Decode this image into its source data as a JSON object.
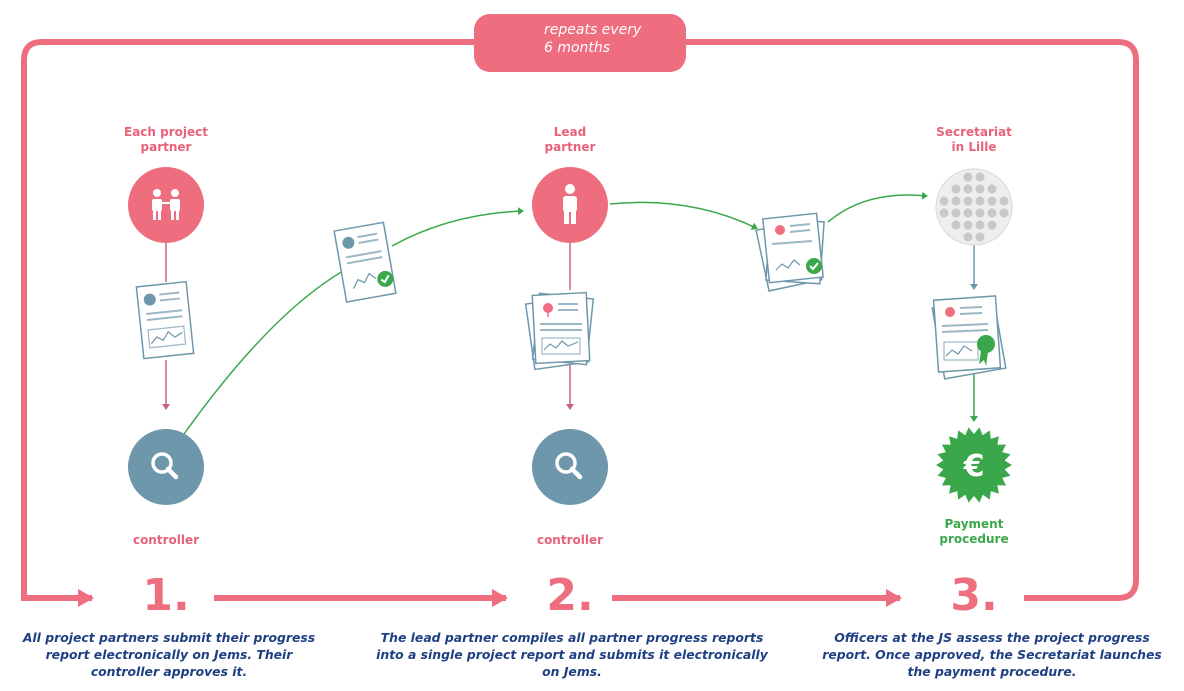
{
  "loop": {
    "text_line1": "repeats every",
    "text_line2": "6 months"
  },
  "steps": [
    {
      "number": "1.",
      "top_label": [
        "Each project",
        "partner"
      ],
      "bottom_label": "controller",
      "description": [
        "All project partners submit their progress",
        "report electronically on Jems. Their",
        "controller approves it."
      ]
    },
    {
      "number": "2.",
      "top_label": [
        "Lead",
        "partner"
      ],
      "bottom_label": "controller",
      "description": [
        "The lead partner compiles all partner progress reports",
        "into a single project report and submits it electronically",
        "on Jems."
      ]
    },
    {
      "number": "3.",
      "top_label": [
        "Secretariat",
        "in Lille"
      ],
      "bottom_label": [
        "Payment",
        "procedure"
      ],
      "description": [
        "Officers at the JS assess the project progress",
        "report. Once approved, the Secretariat launches",
        "the payment procedure."
      ]
    }
  ],
  "payment_icon_symbol": "€",
  "colors": {
    "pink": "#ee6e80",
    "pink_text": "#e8627a",
    "slate": "#6f97ab",
    "green": "#3aa84a",
    "navy": "#1f3f83",
    "arrow_thin": "#c9637a"
  },
  "icons": [
    "clock-repeat-icon",
    "partners-icon",
    "person-icon",
    "magnifier-icon",
    "grid-dots-icon",
    "report-document-icon",
    "report-stack-icon",
    "certified-report-icon",
    "euro-badge-icon",
    "check-icon"
  ]
}
